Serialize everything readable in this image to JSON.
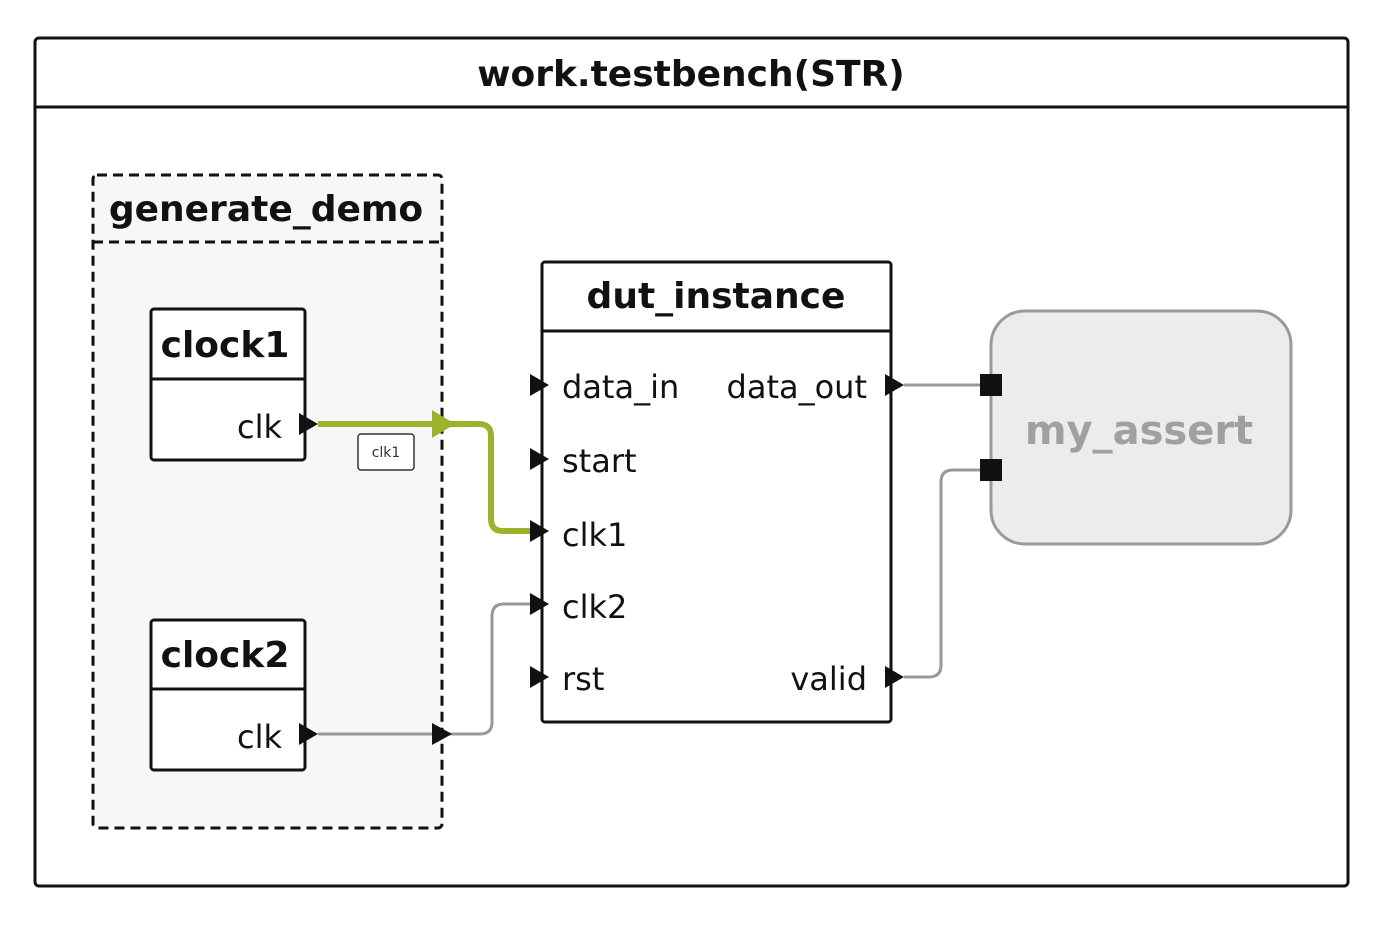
{
  "top": {
    "title": "work.testbench(STR)"
  },
  "group": {
    "label": "generate_demo"
  },
  "clock1": {
    "name": "clock1",
    "port": "clk"
  },
  "clock2": {
    "name": "clock2",
    "port": "clk"
  },
  "dut": {
    "name": "dut_instance",
    "inputs": [
      "data_in",
      "start",
      "clk1",
      "clk2",
      "rst"
    ],
    "outputs": [
      "data_out",
      "valid"
    ]
  },
  "assert": {
    "name": "my_assert"
  },
  "nets": {
    "highlighted_label": "clk1",
    "highlight_color": "#9bb32a",
    "wire_color": "#999999"
  }
}
